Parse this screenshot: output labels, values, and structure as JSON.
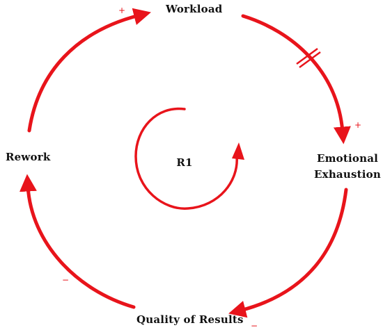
{
  "diagram": {
    "loop_label": "R1",
    "line_color": "#e8141b",
    "nodes": {
      "workload": "Workload",
      "emotional_exhaustion_line1": "Emotional",
      "emotional_exhaustion_line2": "Exhaustion",
      "quality_of_results": "Quality of Results",
      "rework": "Rework"
    },
    "links": [
      {
        "from": "Rework",
        "to": "Workload",
        "polarity": "+"
      },
      {
        "from": "Workload",
        "to": "Emotional Exhaustion",
        "polarity": "+",
        "delay": true
      },
      {
        "from": "Emotional Exhaustion",
        "to": "Quality of Results",
        "polarity": "−"
      },
      {
        "from": "Quality of Results",
        "to": "Rework",
        "polarity": "−"
      }
    ]
  }
}
